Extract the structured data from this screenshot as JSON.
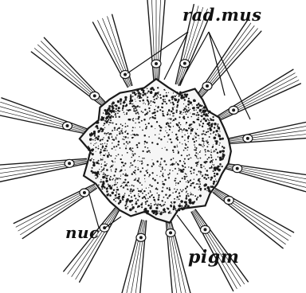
{
  "figure": {
    "description_labels": {
      "radial_muscles": "rad.mus",
      "nucleus": "nuc",
      "pigment": "pigm"
    }
  }
}
